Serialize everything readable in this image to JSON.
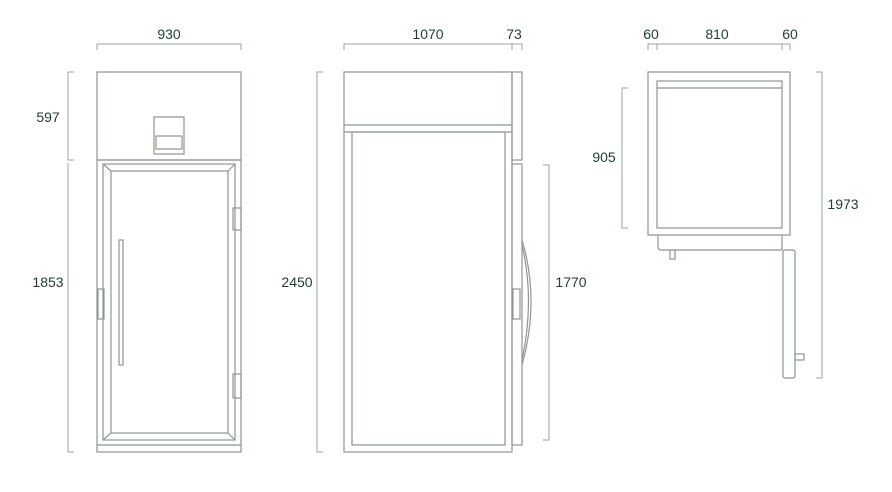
{
  "colors": {
    "text": "#1f3f2c",
    "line": "#8c9891"
  },
  "front_view": {
    "width": "930",
    "top_height": "597",
    "door_height": "1853"
  },
  "side_view": {
    "depth": "1070",
    "door_thickness": "73",
    "total_height": "2450",
    "door_height": "1770"
  },
  "top_view": {
    "wall_left": "60",
    "inner_width": "810",
    "wall_right": "60",
    "depth": "905",
    "door_swing": "1973"
  }
}
